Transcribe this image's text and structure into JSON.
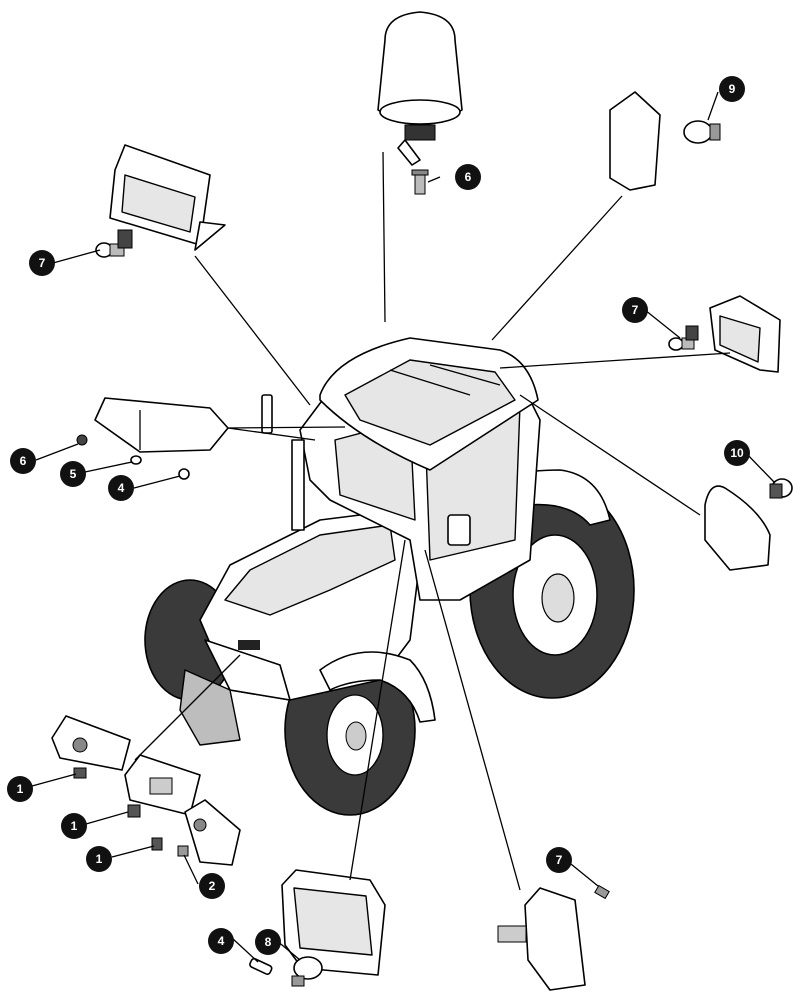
{
  "callouts": [
    {
      "id": "9",
      "label": "9"
    },
    {
      "id": "6a",
      "label": "6"
    },
    {
      "id": "7a",
      "label": "7"
    },
    {
      "id": "7b",
      "label": "7"
    },
    {
      "id": "6b",
      "label": "6"
    },
    {
      "id": "5",
      "label": "5"
    },
    {
      "id": "4a",
      "label": "4"
    },
    {
      "id": "10",
      "label": "10"
    },
    {
      "id": "1a",
      "label": "1"
    },
    {
      "id": "1b",
      "label": "1"
    },
    {
      "id": "1c",
      "label": "1"
    },
    {
      "id": "2",
      "label": "2"
    },
    {
      "id": "7c",
      "label": "7"
    },
    {
      "id": "4b",
      "label": "4"
    },
    {
      "id": "8",
      "label": "8"
    }
  ]
}
